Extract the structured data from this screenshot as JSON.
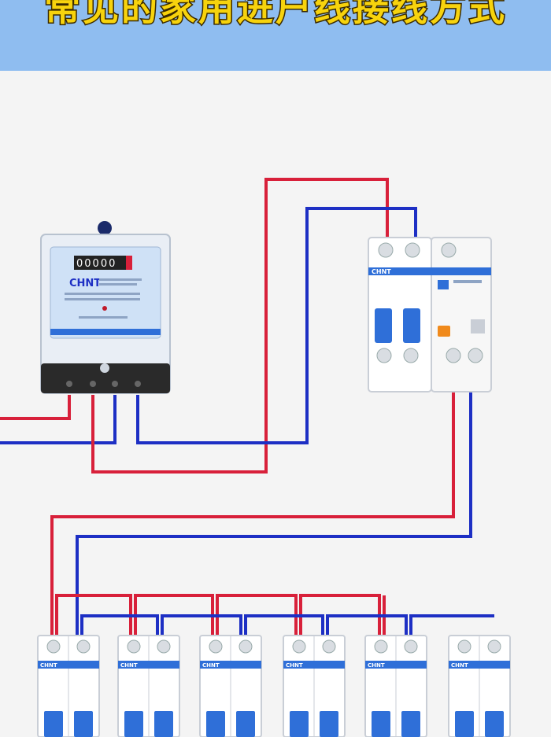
{
  "banner": {
    "title": "常见的家用进户线接线方式",
    "background": "#8fbdf0",
    "text_color": "#f7d30d"
  },
  "colors": {
    "live_wire": "#d8203a",
    "neutral_wire": "#1d2fc4",
    "device_body": "#ffffff",
    "breaker_handle": "#2f6fd8"
  },
  "meter": {
    "brand": "CHNT",
    "reading": "00000"
  },
  "main_switch": {
    "brand": "CHNT",
    "test_button_color": "#f08a1c"
  },
  "branch_breakers": [
    {
      "brand": "CHNT"
    },
    {
      "brand": "CHNT"
    },
    {
      "brand": "CHNT"
    },
    {
      "brand": "CHNT"
    },
    {
      "brand": "CHNT"
    },
    {
      "brand": "CHNT"
    }
  ]
}
